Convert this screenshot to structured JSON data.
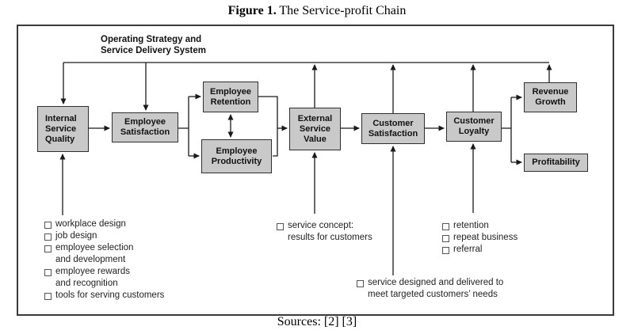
{
  "page": {
    "title_bold": "Figure 1.",
    "title_rest": " The Service-profit Chain",
    "sources": "Sources: [2] [3]"
  },
  "diagram": {
    "heading_line1": "Operating Strategy and",
    "heading_line2": "Service Delivery System",
    "nodes": {
      "internal_service_quality": "Internal\nService\nQuality",
      "employee_satisfaction": "Employee\nSatisfaction",
      "employee_retention": "Employee\nRetention",
      "employee_productivity": "Employee\nProductivity",
      "external_service_value": "External\nService\nValue",
      "customer_satisfaction": "Customer\nSatisfaction",
      "customer_loyalty": "Customer\nLoyalty",
      "revenue_growth": "Revenue\nGrowth",
      "profitability": "Profitability"
    },
    "lists": {
      "internal_quality": {
        "items": [
          {
            "l1": "workplace design",
            "l2": ""
          },
          {
            "l1": "job design",
            "l2": ""
          },
          {
            "l1": "employee selection",
            "l2": "and development"
          },
          {
            "l1": "employee rewards",
            "l2": "and recognition"
          },
          {
            "l1": "tools for serving customers",
            "l2": ""
          }
        ]
      },
      "service_value": {
        "items": [
          {
            "l1": "service concept:",
            "l2": "results for customers"
          }
        ]
      },
      "loyalty": {
        "items": [
          {
            "l1": "retention",
            "l2": ""
          },
          {
            "l1": "repeat business",
            "l2": ""
          },
          {
            "l1": "referral",
            "l2": ""
          }
        ]
      },
      "targeted_needs": {
        "items": [
          {
            "l1": "service designed and delivered to",
            "l2": "meet targeted customers’ needs"
          }
        ]
      }
    },
    "colors": {
      "node_fill": "#c9c9c9",
      "node_border": "#2e2e2e",
      "line": "#1a1a1a"
    }
  }
}
